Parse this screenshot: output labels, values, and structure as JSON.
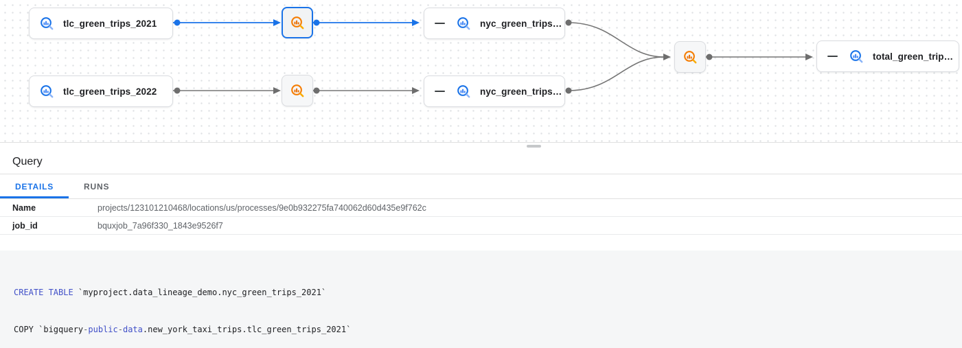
{
  "graph": {
    "nodes": [
      {
        "label": "tlc_green_trips_2021",
        "type": "table"
      },
      {
        "type": "process",
        "selected": true
      },
      {
        "label": "nyc_green_trips…",
        "type": "table",
        "collapsible": true
      },
      {
        "label": "tlc_green_trips_2022",
        "type": "table"
      },
      {
        "type": "process",
        "selected": false
      },
      {
        "label": "nyc_green_trips…",
        "type": "table",
        "collapsible": true
      },
      {
        "type": "process",
        "selected": false
      },
      {
        "label": "total_green_trip…",
        "type": "table",
        "collapsible": true
      }
    ]
  },
  "panel": {
    "title": "Query",
    "tabs": [
      {
        "label": "DETAILS",
        "active": true
      },
      {
        "label": "RUNS",
        "active": false
      }
    ],
    "details": [
      {
        "label": "Name",
        "value": "projects/123101210468/locations/us/processes/9e0b932275fa740062d60d435e9f762c"
      },
      {
        "label": "job_id",
        "value": "bquxjob_7a96f330_1843e9526f7"
      }
    ]
  },
  "code": {
    "lines": [
      {
        "tokens": [
          {
            "type": "keyword",
            "text": "CREATE TABLE"
          },
          {
            "type": "plain",
            "text": " `myproject.data_lineage_demo.nyc_green_trips_2021`"
          }
        ]
      },
      {
        "tokens": [
          {
            "type": "plain",
            "text": "COPY `bigquery"
          },
          {
            "type": "operator",
            "text": "-"
          },
          {
            "type": "keyword",
            "text": "public"
          },
          {
            "type": "operator",
            "text": "-"
          },
          {
            "type": "keyword",
            "text": "data"
          },
          {
            "type": "plain",
            "text": ".new_york_taxi_trips.tlc_green_trips_2021`"
          }
        ]
      }
    ]
  },
  "icons": {
    "table_icon": "bigquery-table-icon",
    "process_icon": "bigquery-process-icon",
    "collapse_icon": "collapse-minus-icon"
  },
  "colors": {
    "accent_blue": "#1a73e8",
    "edge_gray": "#757575",
    "process_orange": "#f57c00",
    "keyword_blue": "#4150c8",
    "canvas_dot": "#e0e2e5",
    "code_background": "#f5f6f7"
  }
}
